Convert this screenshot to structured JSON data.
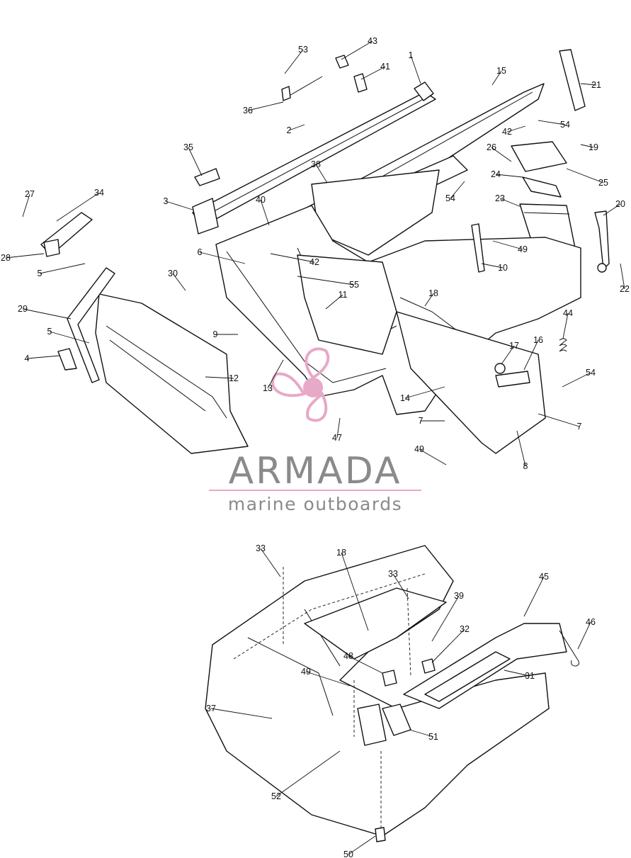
{
  "watermark": {
    "brand": "ARMADA",
    "tagline": "marine outboards",
    "logo_color": "#e8a8c8",
    "text_color": "#8a8a8a"
  },
  "callouts": [
    {
      "n": "53"
    },
    {
      "n": "43"
    },
    {
      "n": "41"
    },
    {
      "n": "1"
    },
    {
      "n": "15"
    },
    {
      "n": "21"
    },
    {
      "n": "36"
    },
    {
      "n": "2"
    },
    {
      "n": "42"
    },
    {
      "n": "54"
    },
    {
      "n": "19"
    },
    {
      "n": "26"
    },
    {
      "n": "35"
    },
    {
      "n": "38"
    },
    {
      "n": "24"
    },
    {
      "n": "25"
    },
    {
      "n": "54"
    },
    {
      "n": "23"
    },
    {
      "n": "20"
    },
    {
      "n": "27"
    },
    {
      "n": "34"
    },
    {
      "n": "3"
    },
    {
      "n": "40"
    },
    {
      "n": "49"
    },
    {
      "n": "10"
    },
    {
      "n": "22"
    },
    {
      "n": "28"
    },
    {
      "n": "6"
    },
    {
      "n": "42"
    },
    {
      "n": "5"
    },
    {
      "n": "30"
    },
    {
      "n": "55"
    },
    {
      "n": "18"
    },
    {
      "n": "11"
    },
    {
      "n": "29"
    },
    {
      "n": "44"
    },
    {
      "n": "9"
    },
    {
      "n": "5"
    },
    {
      "n": "17"
    },
    {
      "n": "16"
    },
    {
      "n": "4"
    },
    {
      "n": "12"
    },
    {
      "n": "13"
    },
    {
      "n": "54"
    },
    {
      "n": "14"
    },
    {
      "n": "7"
    },
    {
      "n": "7"
    },
    {
      "n": "47"
    },
    {
      "n": "49"
    },
    {
      "n": "8"
    },
    {
      "n": "33"
    },
    {
      "n": "18"
    },
    {
      "n": "45"
    },
    {
      "n": "33"
    },
    {
      "n": "39"
    },
    {
      "n": "46"
    },
    {
      "n": "32"
    },
    {
      "n": "48"
    },
    {
      "n": "31"
    },
    {
      "n": "49"
    },
    {
      "n": "37"
    },
    {
      "n": "51"
    },
    {
      "n": "52"
    },
    {
      "n": "50"
    }
  ]
}
